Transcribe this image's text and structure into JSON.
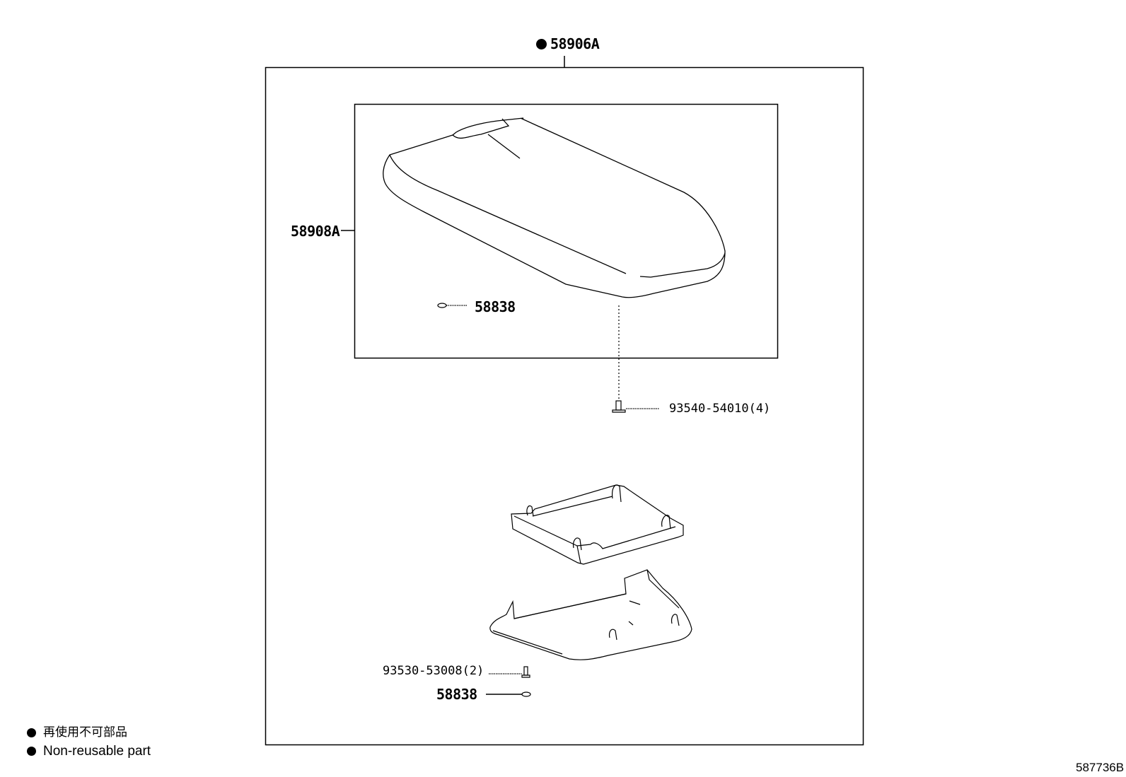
{
  "diagram": {
    "assembly": {
      "part_number": "58906A",
      "marker": "non-reusable-dot"
    },
    "callouts": [
      {
        "id": "lid",
        "part_number": "58908A"
      },
      {
        "id": "clip_upper",
        "part_number": "58838"
      },
      {
        "id": "screw_upper",
        "part_number": "93540-54010(4)"
      },
      {
        "id": "screw_lower",
        "part_number": "93530-53008(2)"
      },
      {
        "id": "clip_lower",
        "part_number": "58838"
      }
    ],
    "legend": [
      {
        "icon": "filled-circle-icon",
        "label": "再使用不可部品"
      },
      {
        "icon": "filled-circle-icon",
        "label": "Non-reusable part"
      }
    ],
    "reference_code": "587736B"
  }
}
